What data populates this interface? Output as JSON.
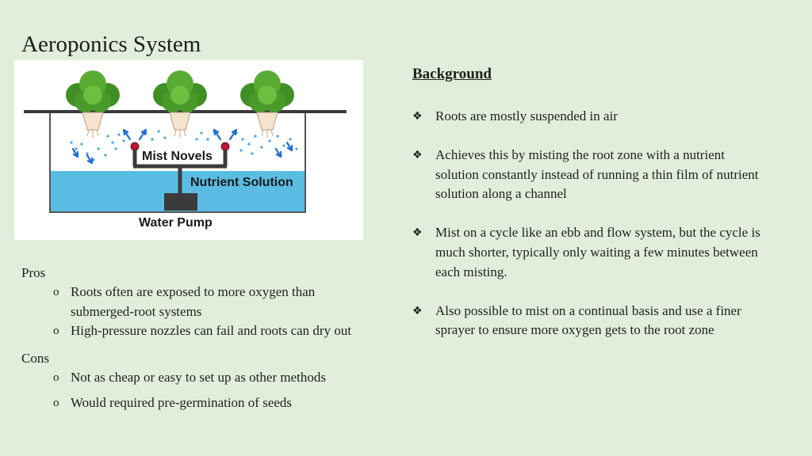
{
  "title": "Aeroponics System",
  "diagram": {
    "labels": {
      "mist": "Mist Novels",
      "solution": "Nutrient Solution",
      "pump": "Water Pump"
    },
    "colors": {
      "water": "#5bbde3",
      "pipe": "#3b3b3b",
      "nozzle": "#c8102e",
      "arrow": "#1f6fd1",
      "plant": "#4a9a2a"
    }
  },
  "pros": {
    "label": "Pros",
    "items": [
      "Roots often are exposed to more oxygen than submerged-root systems",
      "High-pressure nozzles can fail and roots can dry out"
    ]
  },
  "cons": {
    "label": "Cons",
    "items": [
      "Not as cheap or easy to set up as other methods",
      "Would required pre-germination of seeds"
    ]
  },
  "background": {
    "heading": "Background",
    "items": [
      "Roots are mostly suspended in air",
      "Achieves this by misting the root zone with a nutrient solution constantly instead of running a thin film of nutrient solution along a channel",
      "Mist on a cycle like an ebb and flow system, but the cycle is much shorter, typically only waiting a few minutes between each misting.",
      "Also possible to mist on a continual basis and use a finer sprayer to ensure more oxygen gets to the root zone"
    ]
  }
}
